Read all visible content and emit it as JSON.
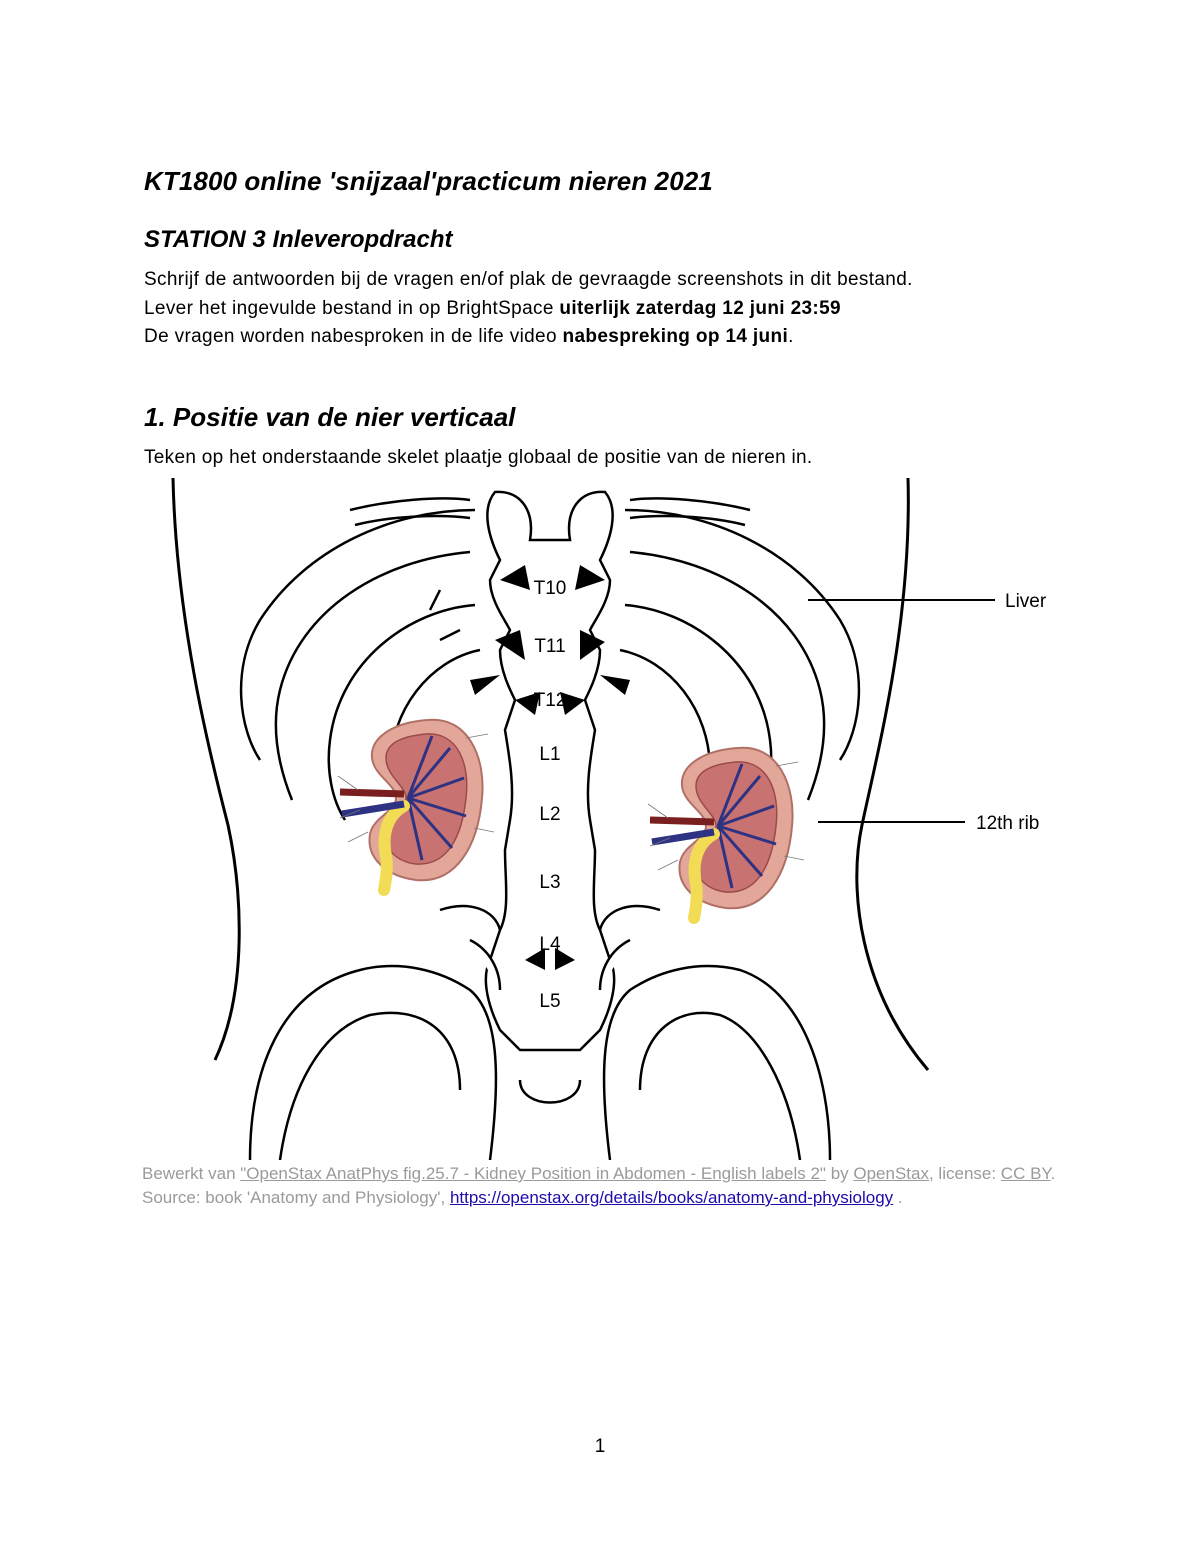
{
  "document": {
    "title": "KT1800 online 'snijzaal'practicum nieren 2021",
    "station_title": "STATION 3 Inleveropdracht",
    "intro": {
      "line1": "Schrijf de antwoorden bij de vragen en/of plak de gevraagde screenshots in dit bestand.",
      "line2_prefix": "Lever het ingevulde bestand in op BrightSpace ",
      "line2_bold": "uiterlijk zaterdag 12 juni 23:59",
      "line3_prefix": "De vragen worden nabesproken in de life video ",
      "line3_bold": "nabespreking op 14 juni",
      "line3_suffix": "."
    },
    "question1": {
      "heading": "1. Positie van de nier verticaal",
      "text": "Teken op het onderstaande skelet plaatje globaal de positie van de nieren in."
    },
    "figure": {
      "vertebra_labels": [
        "T10",
        "T11",
        "T12",
        "L1",
        "L2",
        "L3",
        "L4",
        "L5"
      ],
      "callouts": {
        "liver": "Liver",
        "rib": "12th rib"
      },
      "colors": {
        "cortex": "#e3a79a",
        "medulla": "#c97272",
        "vein": "#2e3282",
        "artery": "#7a1f1f",
        "ureter": "#f2dc55"
      }
    },
    "caption": {
      "prefix": "Bewerkt van ",
      "source_link": "\"OpenStax AnatPhys fig.25.7 - Kidney Position in Abdomen - English labels 2\"",
      "by": " by ",
      "author_link": "OpenStax",
      "license_prefix": ", license: ",
      "license_link": "CC BY",
      "source_text": ". Source: book 'Anatomy and Physiology', ",
      "url_link": "https://openstax.org/details/books/anatomy-and-physiology",
      "end": " ."
    },
    "page_number": "1"
  }
}
